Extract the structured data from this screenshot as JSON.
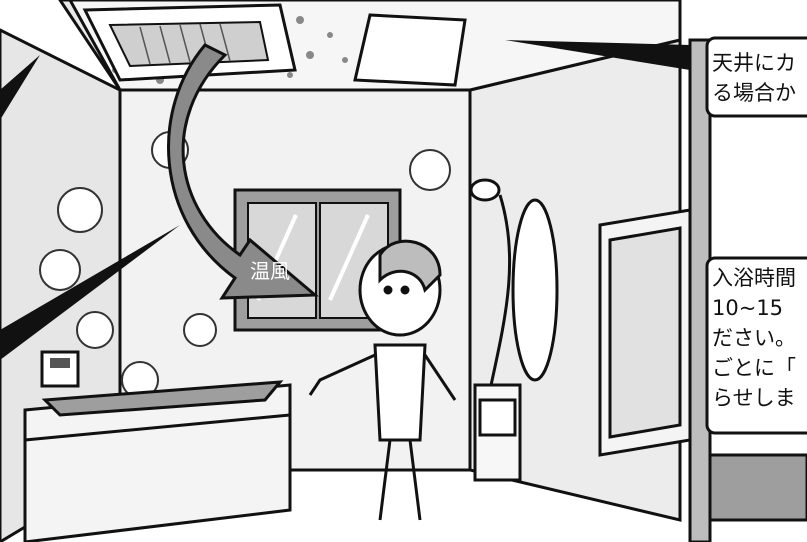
{
  "arrow_label": "温風",
  "callout_top": {
    "lines": [
      "天井にカ",
      "る場合か"
    ]
  },
  "callout_right": {
    "lines": [
      "入浴時間",
      "10~15",
      "ださい。",
      "ごとに「",
      "らせしま"
    ]
  },
  "colors": {
    "ink": "#111111",
    "wall": "#efefef",
    "arrow": "#8a8a8a",
    "panel": "#bdbdbd",
    "floor": "#9e9e9e"
  }
}
